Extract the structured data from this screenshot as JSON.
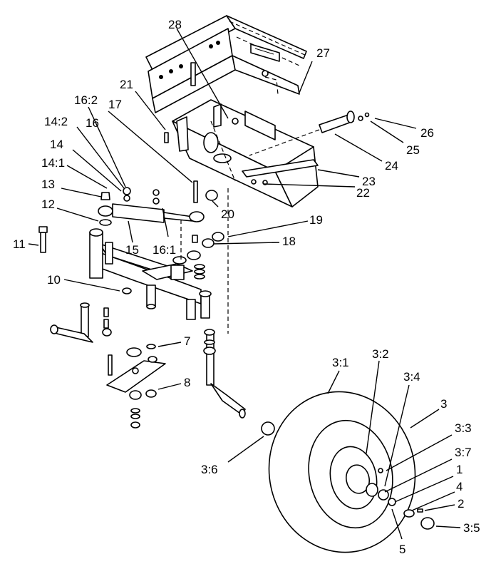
{
  "callouts": {
    "c1": "1",
    "c2": "2",
    "c3": "3",
    "c3_1": "3:1",
    "c3_2": "3:2",
    "c3_3": "3:3",
    "c3_4": "3:4",
    "c3_5": "3:5",
    "c3_6": "3:6",
    "c3_7": "3:7",
    "c4": "4",
    "c5": "5",
    "c7": "7",
    "c8": "8",
    "c10": "10",
    "c11": "11",
    "c12": "12",
    "c13": "13",
    "c14": "14",
    "c14_1": "14:1",
    "c14_2": "14:2",
    "c15": "15",
    "c16": "16",
    "c16_1": "16:1",
    "c16_2": "16:2",
    "c17": "17",
    "c18": "18",
    "c19": "19",
    "c20": "20",
    "c21": "21",
    "c22": "22",
    "c23": "23",
    "c24": "24",
    "c25": "25",
    "c26": "26",
    "c27": "27",
    "c28": "28"
  }
}
